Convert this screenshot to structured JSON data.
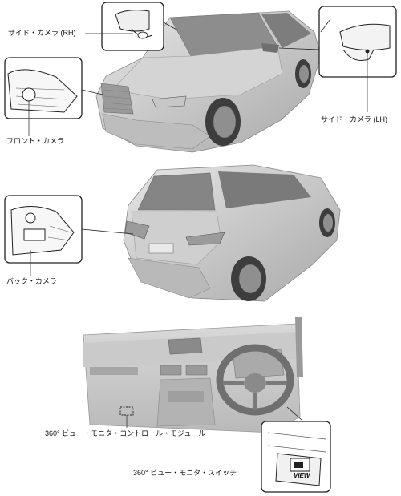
{
  "labels": {
    "side_camera_rh": "サイド・カメラ (RH)",
    "side_camera_lh": "サイド・カメラ (LH)",
    "front_camera": "フロント・カメラ",
    "back_camera": "バック・カメラ",
    "control_module": "360° ビュー・モニタ・コントロール・モジュール",
    "monitor_switch": "360° ビュー・モニタ・スイッチ"
  },
  "switch_text": "VIEW"
}
